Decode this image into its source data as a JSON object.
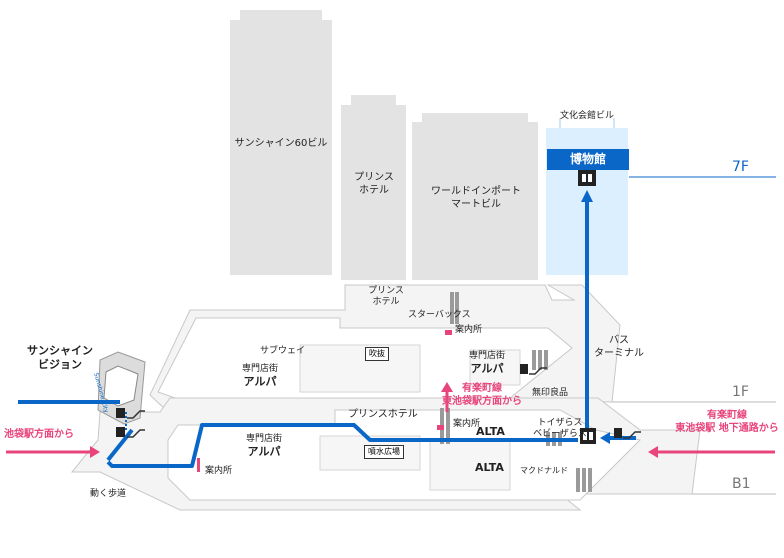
{
  "buildings": {
    "sunshine60": "サンシャイン60ビル",
    "prince_hotel": [
      "プリンス",
      "ホテル"
    ],
    "world_import": [
      "ワールドインポート",
      "マートビル"
    ],
    "bunka_kaikan": "文化会館ビル",
    "museum": "博物館"
  },
  "floors": {
    "f7": "7F",
    "f1": "1F",
    "b1": "B1"
  },
  "first_floor": {
    "prince_hotel": [
      "プリンス",
      "ホテル"
    ],
    "starbucks": "スターバックス",
    "info": "案内所",
    "subway": "サブウェイ",
    "fukinuke": "吹抜",
    "alpa_sub": "専門店街",
    "alpa": "アルパ",
    "alpa2_sub": "専門店街",
    "alpa2": "アルパ",
    "bus_terminal": [
      "バス",
      "ターミナル"
    ],
    "muji": "無印良品"
  },
  "b1_floor": {
    "prince_hotel": "プリンスホテル",
    "alta_top": "ALTA",
    "toys": [
      "トイザらス",
      "ベビーザらス"
    ],
    "info_center": "案内所",
    "alpa_sub": "専門店街",
    "alpa": "アルパ",
    "fountain": "噴水広場",
    "alta_bottom": "ALTA",
    "mcdonalds": "マクドナルド",
    "info_left": "案内所"
  },
  "vision": {
    "title": [
      "サンシャイン",
      "ビジョン"
    ],
    "screen_text": "Sunshine City"
  },
  "routes": {
    "yurakucho_center": [
      "有楽町線",
      "東池袋駅方面から"
    ],
    "yurakucho_right": [
      "有楽町線",
      "東池袋駅 地下通路から"
    ],
    "ikebukuro_left": "池袋駅方面から",
    "moving_walk": "動く歩道"
  },
  "colors": {
    "route_blue": "#0b67c7",
    "pink": "#e8457c",
    "museum_bg": "#dcefff",
    "building_gray": "#e3e3e3"
  },
  "icons": [
    "escalator-icon",
    "elevator-icon",
    "info-marker-icon"
  ]
}
